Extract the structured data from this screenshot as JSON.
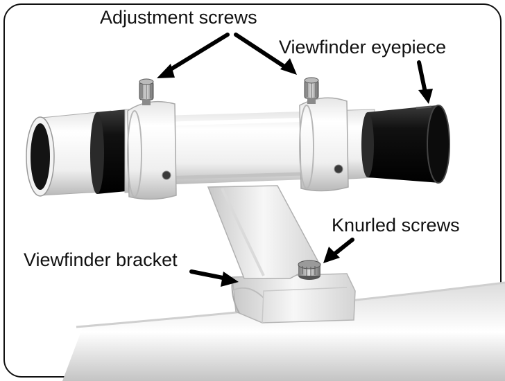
{
  "labels": {
    "adjustment_screws": "Adjustment screws",
    "viewfinder_eyepiece": "Viewfinder eyepiece",
    "knurled_screws": "Knurled screws",
    "viewfinder_bracket": "Viewfinder bracket"
  },
  "colors": {
    "frame_border": "#111111",
    "tube_white": "#f2f2f2",
    "tube_shadow": "#bdbdbd",
    "eyepiece_black": "#1a1a1a",
    "arrow": "#000000"
  }
}
